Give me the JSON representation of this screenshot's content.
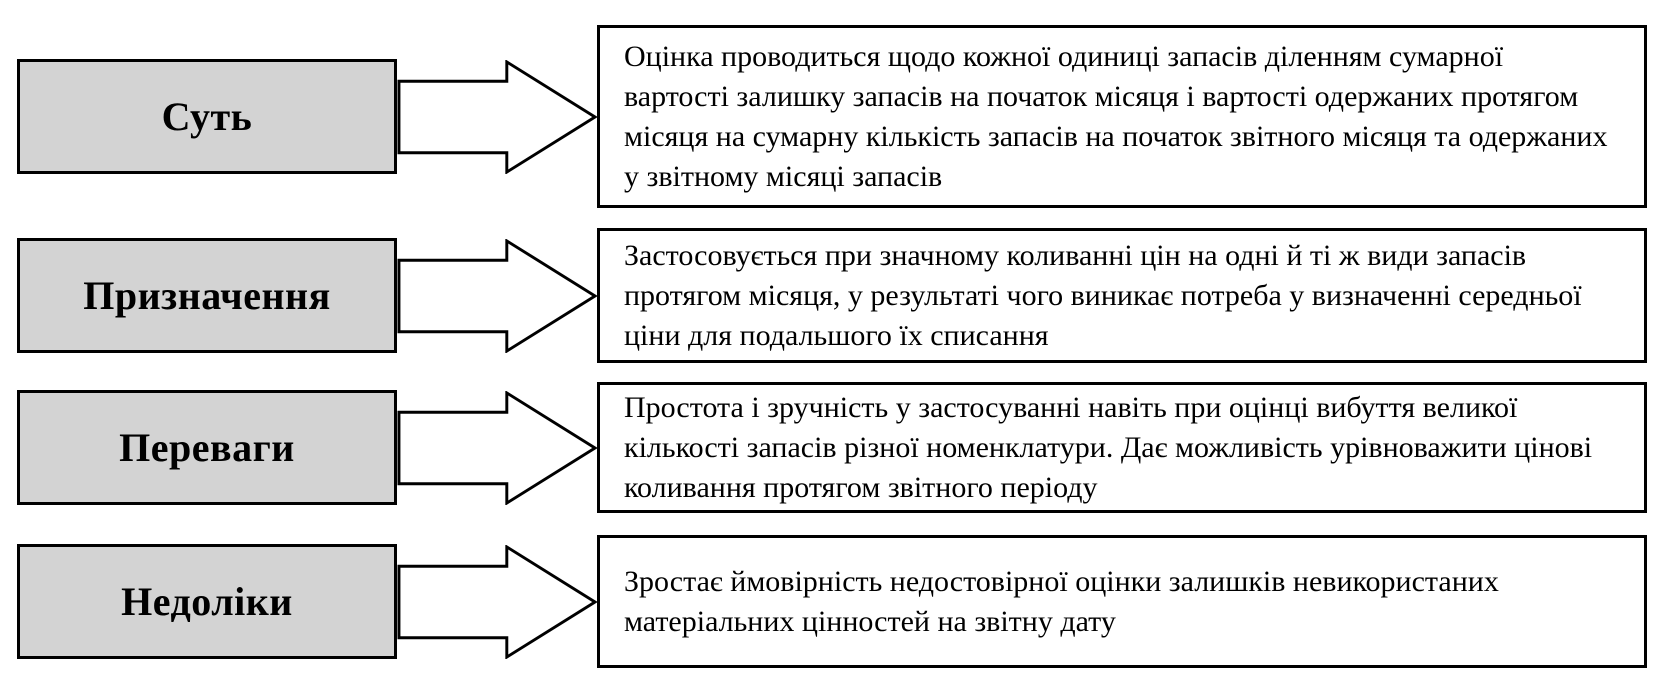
{
  "diagram": {
    "rows": [
      {
        "label": "Суть",
        "description": "Оцінка проводиться щодо кожної одиниці запасів діленням сумарної вартості залишку запасів на початок місяця і вартості одержаних протягом місяця на сумарну кількість запасів на початок звітного місяця та одержаних у звітному місяці запасів"
      },
      {
        "label": "Призначення",
        "description": "Застосовується при значному коливанні цін на одні й ті ж види запасів протягом місяця, у результаті чого виникає потреба у визначенні середньої ціни для подальшого їх списання"
      },
      {
        "label": "Переваги",
        "description": "Простота і зручність у застосуванні навіть при оцінці вибуття великої кількості запасів різної номенклатури. Дає можливість урівноважити цінові коливання протягом звітного періоду"
      },
      {
        "label": "Недоліки",
        "description": "Зростає ймовірність недостовірної оцінки залишків невикористаних матеріальних цінностей на звітну дату"
      }
    ],
    "icons": {
      "arrow": "right-block-arrow"
    },
    "colors": {
      "label_fill": "#d3d3d3",
      "border": "#000000",
      "background": "#ffffff",
      "arrow_fill": "#ffffff"
    }
  }
}
